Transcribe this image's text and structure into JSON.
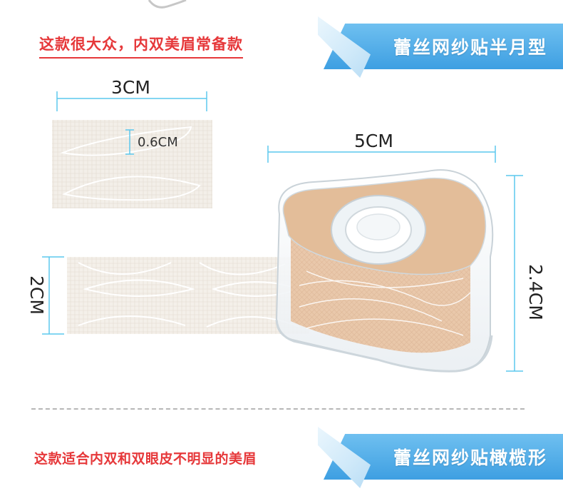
{
  "top_banner": {
    "text": "蕾丝网纱贴半月型"
  },
  "top_note": {
    "text": "这款很大众，内双美眉常备款"
  },
  "bottom_banner": {
    "text": "蕾丝网纱贴橄榄形"
  },
  "bottom_note": {
    "text": "这款适合内双和双眼皮不明显的美眉"
  },
  "dimensions": {
    "swatch_width": "3CM",
    "crescent_height": "0.6CM",
    "roll_width": "5CM",
    "roll_height": "2.4CM",
    "strip_height": "2CM"
  },
  "colors": {
    "dimension_line": "#5cc8ee",
    "banner_blue": "#3e9fe2",
    "red_text": "#e6383a",
    "tape_beige": "#e8c3a2"
  }
}
